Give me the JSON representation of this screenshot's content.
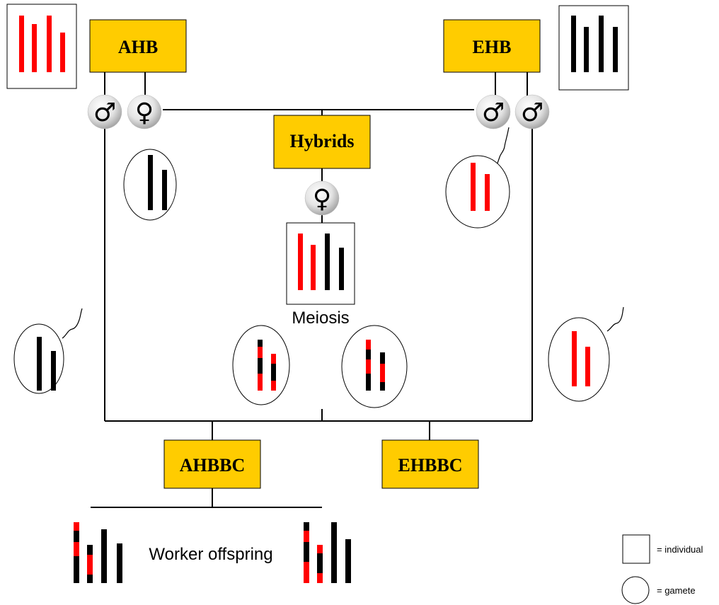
{
  "parents": {
    "ahb": {
      "label": "AHB",
      "chromosome_colors": [
        "#ff0000",
        "#ff0000",
        "#ff0000",
        "#ff0000"
      ]
    },
    "ehb": {
      "label": "EHB",
      "chromosome_colors": [
        "#000000",
        "#000000",
        "#000000",
        "#000000"
      ]
    }
  },
  "hybrids": {
    "label": "Hybrids"
  },
  "meiosis": {
    "label": "Meiosis"
  },
  "colonies": {
    "ahbbc": "AHBBC",
    "ehbbc": "EHBBC"
  },
  "offspring": {
    "label": "Worker offspring"
  },
  "symbols": {
    "male": "♂",
    "female": "♀"
  },
  "legend": {
    "individual": "= individual",
    "gamete": "= gamete"
  },
  "colors": {
    "box_fill": "#ffcc00",
    "africanized": "#ff0000",
    "european": "#000000",
    "line": "#000000"
  }
}
